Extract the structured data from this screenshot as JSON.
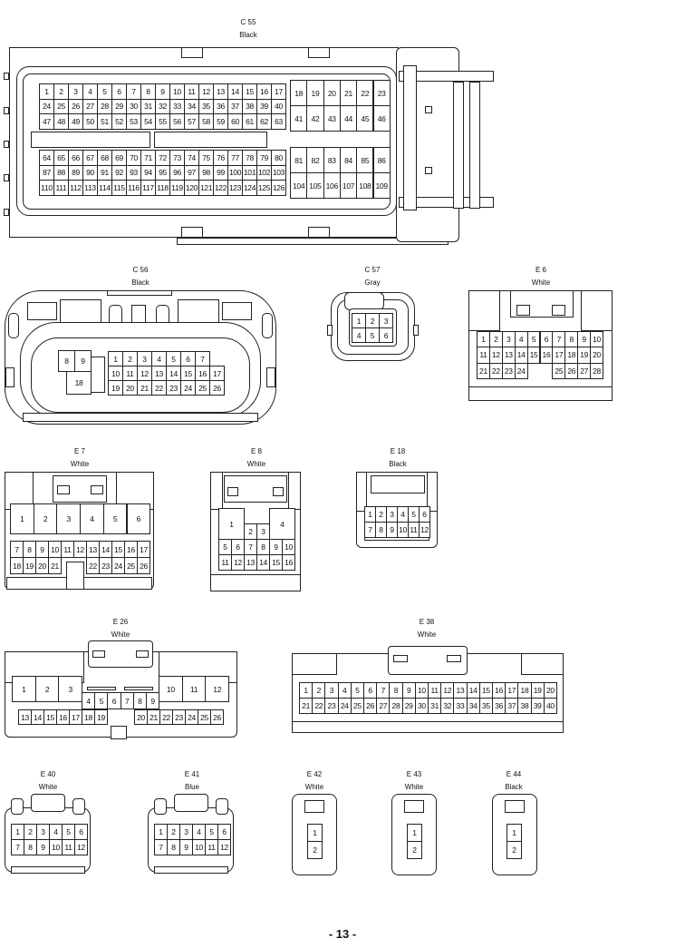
{
  "page_number": "- 13 -",
  "connectors": [
    {
      "id": "C55",
      "name": "C 55",
      "color": "Black",
      "groups": [
        {
          "pins": [
            [
              "1",
              "2",
              "3",
              "4",
              "5",
              "6",
              "7",
              "8",
              "9",
              "10",
              "11",
              "12",
              "13",
              "14",
              "15",
              "16",
              "17"
            ],
            [
              "24",
              "25",
              "26",
              "27",
              "28",
              "29",
              "30",
              "31",
              "32",
              "33",
              "34",
              "35",
              "36",
              "37",
              "38",
              "39",
              "40"
            ],
            [
              "47",
              "48",
              "49",
              "50",
              "51",
              "52",
              "53",
              "54",
              "55",
              "56",
              "57",
              "58",
              "59",
              "60",
              "61",
              "62",
              "63"
            ]
          ]
        },
        {
          "pins": [
            [
              "18",
              "19",
              "20",
              "21",
              "22",
              "23"
            ],
            [
              "41",
              "42",
              "43",
              "44",
              "45",
              "46"
            ]
          ]
        },
        {
          "pins": [
            [
              "64",
              "65",
              "66",
              "67",
              "68",
              "69",
              "70",
              "71",
              "72",
              "73",
              "74",
              "75",
              "76",
              "77",
              "78",
              "79",
              "80"
            ],
            [
              "87",
              "88",
              "89",
              "90",
              "91",
              "92",
              "93",
              "94",
              "95",
              "96",
              "97",
              "98",
              "99",
              "100",
              "101",
              "102",
              "103"
            ],
            [
              "110",
              "111",
              "112",
              "113",
              "114",
              "115",
              "116",
              "117",
              "118",
              "119",
              "120",
              "121",
              "122",
              "123",
              "124",
              "125",
              "126"
            ]
          ]
        },
        {
          "pins": [
            [
              "81",
              "82",
              "83",
              "84",
              "85",
              "86"
            ],
            [
              "104",
              "105",
              "106",
              "107",
              "108",
              "109"
            ]
          ]
        }
      ]
    },
    {
      "id": "C56",
      "name": "C 56",
      "color": "Black",
      "groups": [
        {
          "pins": [
            [
              "8",
              "9"
            ]
          ]
        },
        {
          "pins": [
            [
              "18"
            ]
          ]
        },
        {
          "pins": [
            [
              "1",
              "2",
              "3",
              "4",
              "5",
              "6",
              "7"
            ],
            [
              "10",
              "11",
              "12",
              "13",
              "14",
              "15",
              "16",
              "17"
            ],
            [
              "19",
              "20",
              "21",
              "22",
              "23",
              "24",
              "25",
              "26"
            ]
          ]
        }
      ]
    },
    {
      "id": "C57",
      "name": "C 57",
      "color": "Gray",
      "groups": [
        {
          "pins": [
            [
              "1",
              "2",
              "3"
            ],
            [
              "4",
              "5",
              "6"
            ]
          ]
        }
      ]
    },
    {
      "id": "E6",
      "name": "E 6",
      "color": "White",
      "groups": [
        {
          "pins": [
            [
              "1",
              "2",
              "3",
              "4",
              "5",
              "6",
              "7",
              "8",
              "9",
              "10"
            ],
            [
              "11",
              "12",
              "13",
              "14",
              "15",
              "16",
              "17",
              "18",
              "19",
              "20"
            ],
            [
              "21",
              "22",
              "23",
              "24",
              null,
              null,
              "25",
              "26",
              "27",
              "28"
            ]
          ]
        }
      ]
    },
    {
      "id": "E7",
      "name": "E 7",
      "color": "White",
      "groups": [
        {
          "pins": [
            [
              "1",
              "2",
              "3",
              "4",
              "5",
              "6"
            ]
          ]
        },
        {
          "pins": [
            [
              "7",
              "8",
              "9",
              "10",
              "11",
              "12",
              "13",
              "14",
              "15",
              "16",
              "17"
            ],
            [
              "18",
              "19",
              "20",
              "21",
              null,
              null,
              "22",
              "23",
              "24",
              "25",
              "26"
            ]
          ]
        }
      ]
    },
    {
      "id": "E8",
      "name": "E 8",
      "color": "White",
      "groups": [
        {
          "pins": [
            [
              "1",
              null,
              null,
              null,
              "4",
              null
            ],
            [
              null,
              null,
              "2",
              "3",
              null,
              null
            ],
            [
              "5",
              "6",
              "7",
              "8",
              "9",
              "10"
            ],
            [
              "11",
              "12",
              "13",
              "14",
              "15",
              "16"
            ]
          ]
        }
      ]
    },
    {
      "id": "E18",
      "name": "E 18",
      "color": "Black",
      "groups": [
        {
          "pins": [
            [
              "1",
              "2",
              "3",
              "4",
              "5",
              "6"
            ],
            [
              "7",
              "8",
              "9",
              "10",
              "11",
              "12"
            ]
          ]
        }
      ]
    },
    {
      "id": "E26",
      "name": "E 26",
      "color": "White",
      "groups": [
        {
          "pins": [
            [
              "1",
              "2",
              "3"
            ]
          ]
        },
        {
          "pins": [
            [
              "4",
              "5",
              "6",
              "7",
              "8",
              "9"
            ]
          ]
        },
        {
          "pins": [
            [
              "10",
              "11",
              "12"
            ]
          ]
        },
        {
          "pins": [
            [
              "13",
              "14",
              "15",
              "16",
              "17",
              "18",
              "19"
            ]
          ]
        },
        {
          "pins": [
            [
              "20",
              "21",
              "22",
              "23",
              "24",
              "25",
              "26"
            ]
          ]
        }
      ]
    },
    {
      "id": "E38",
      "name": "E 38",
      "color": "White",
      "groups": [
        {
          "pins": [
            [
              "1",
              "2",
              "3",
              "4",
              "5",
              "6",
              "7",
              "8",
              "9",
              "10",
              "11",
              "12",
              "13",
              "14",
              "15",
              "16",
              "17",
              "18",
              "19",
              "20"
            ],
            [
              "21",
              "22",
              "23",
              "24",
              "25",
              "26",
              "27",
              "28",
              "29",
              "30",
              "31",
              "32",
              "33",
              "34",
              "35",
              "36",
              "37",
              "38",
              "39",
              "40"
            ]
          ]
        }
      ]
    },
    {
      "id": "E40",
      "name": "E 40",
      "color": "White",
      "groups": [
        {
          "pins": [
            [
              "1",
              "2",
              "3",
              "4",
              "5",
              "6"
            ],
            [
              "7",
              "8",
              "9",
              "10",
              "11",
              "12"
            ]
          ]
        }
      ]
    },
    {
      "id": "E41",
      "name": "E 41",
      "color": "Blue",
      "groups": [
        {
          "pins": [
            [
              "1",
              "2",
              "3",
              "4",
              "5",
              "6"
            ],
            [
              "7",
              "8",
              "9",
              "10",
              "11",
              "12"
            ]
          ]
        }
      ]
    },
    {
      "id": "E42",
      "name": "E 42",
      "color": "White",
      "groups": [
        {
          "pins": [
            [
              "1"
            ],
            [
              "2"
            ]
          ]
        }
      ]
    },
    {
      "id": "E43",
      "name": "E 43",
      "color": "White",
      "groups": [
        {
          "pins": [
            [
              "1"
            ],
            [
              "2"
            ]
          ]
        }
      ]
    },
    {
      "id": "E44",
      "name": "E 44",
      "color": "Black",
      "groups": [
        {
          "pins": [
            [
              "1"
            ],
            [
              "2"
            ]
          ]
        }
      ]
    }
  ]
}
